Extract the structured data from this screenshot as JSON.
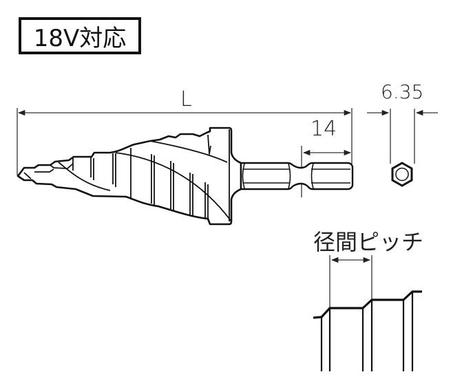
{
  "badge": {
    "label": "18V対応"
  },
  "dimensions": {
    "overall_length": "L",
    "hex_shank_length": "14",
    "hex_shank_width": "6.35"
  },
  "detail": {
    "step_pitch_label": "径間ピッチ"
  },
  "colors": {
    "line": "#111111",
    "thin_line": "#333333",
    "background": "#ffffff"
  }
}
